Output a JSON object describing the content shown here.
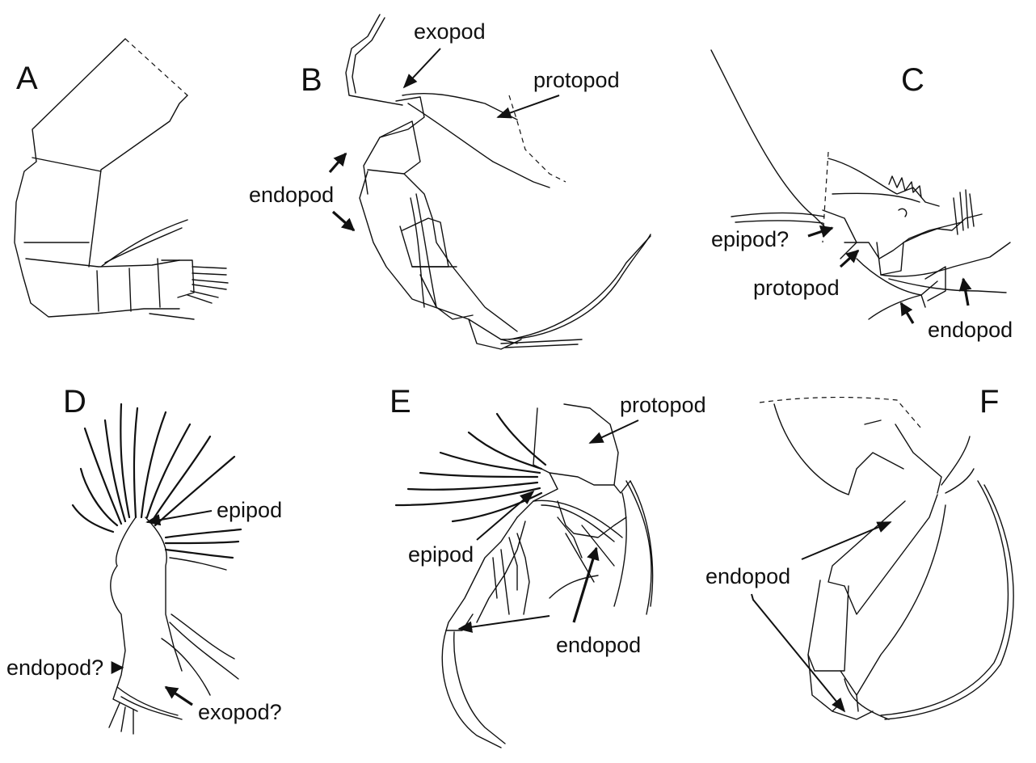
{
  "panels": [
    {
      "letter": "A"
    },
    {
      "letter": "B",
      "labels": {
        "exopod": "exopod",
        "protopod": "protopod",
        "endopod": "endopod"
      }
    },
    {
      "letter": "C",
      "labels": {
        "epipod": "epipod?",
        "protopod": "protopod",
        "endopod": "endopod"
      }
    },
    {
      "letter": "D",
      "labels": {
        "epipod": "epipod",
        "endopod": "endopod?",
        "exopod": "exopod?"
      }
    },
    {
      "letter": "E",
      "labels": {
        "protopod": "protopod",
        "epipod": "epipod",
        "endopod": "endopod"
      }
    },
    {
      "letter": "F",
      "labels": {
        "endopod": "endopod"
      }
    }
  ],
  "colors": {
    "ink": "#111111",
    "background": "#ffffff"
  }
}
